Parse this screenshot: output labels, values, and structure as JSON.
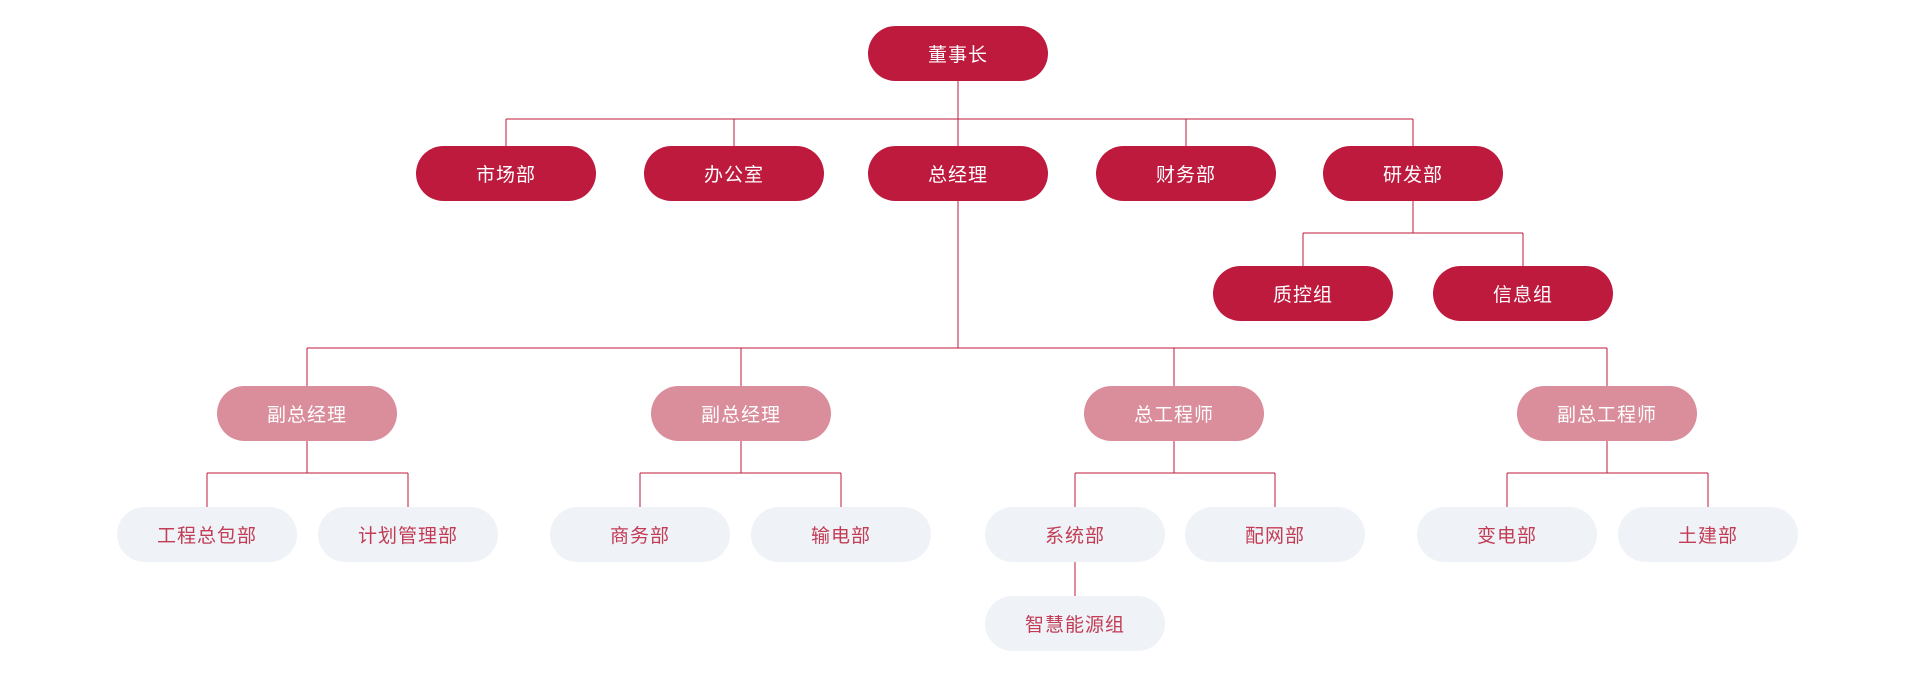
{
  "diagram": {
    "type": "org-chart",
    "colors": {
      "primary": "#BD1A3E",
      "secondary": "#DA8D9B",
      "light_bg": "#EFF3F7",
      "light_text": "#C23C55",
      "line": "#BD1A3E",
      "background": "#FFFFFF"
    },
    "nodes": [
      {
        "id": "chairman",
        "label": "董事长",
        "level": "primary",
        "reports_to": null
      },
      {
        "id": "marketing-dept",
        "label": "市场部",
        "level": "primary",
        "reports_to": "chairman"
      },
      {
        "id": "office",
        "label": "办公室",
        "level": "primary",
        "reports_to": "chairman"
      },
      {
        "id": "general-manager",
        "label": "总经理",
        "level": "primary",
        "reports_to": "chairman"
      },
      {
        "id": "finance-dept",
        "label": "财务部",
        "level": "primary",
        "reports_to": "chairman"
      },
      {
        "id": "rnd-dept",
        "label": "研发部",
        "level": "primary",
        "reports_to": "chairman"
      },
      {
        "id": "quality-control-group",
        "label": "质控组",
        "level": "primary",
        "reports_to": "rnd-dept"
      },
      {
        "id": "information-group",
        "label": "信息组",
        "level": "primary",
        "reports_to": "rnd-dept"
      },
      {
        "id": "deputy-gm-1",
        "label": "副总经理",
        "level": "secondary",
        "reports_to": "general-manager"
      },
      {
        "id": "deputy-gm-2",
        "label": "副总经理",
        "level": "secondary",
        "reports_to": "general-manager"
      },
      {
        "id": "chief-engineer",
        "label": "总工程师",
        "level": "secondary",
        "reports_to": "general-manager"
      },
      {
        "id": "deputy-chief-engineer",
        "label": "副总工程师",
        "level": "secondary",
        "reports_to": "general-manager"
      },
      {
        "id": "epc-dept",
        "label": "工程总包部",
        "level": "tertiary",
        "reports_to": "deputy-gm-1"
      },
      {
        "id": "planning-dept",
        "label": "计划管理部",
        "level": "tertiary",
        "reports_to": "deputy-gm-1"
      },
      {
        "id": "commerce-dept",
        "label": "商务部",
        "level": "tertiary",
        "reports_to": "deputy-gm-2"
      },
      {
        "id": "transmission-dept",
        "label": "输电部",
        "level": "tertiary",
        "reports_to": "deputy-gm-2"
      },
      {
        "id": "system-dept",
        "label": "系统部",
        "level": "tertiary",
        "reports_to": "chief-engineer"
      },
      {
        "id": "distribution-dept",
        "label": "配网部",
        "level": "tertiary",
        "reports_to": "chief-engineer"
      },
      {
        "id": "substation-dept",
        "label": "变电部",
        "level": "tertiary",
        "reports_to": "deputy-chief-engineer"
      },
      {
        "id": "civil-dept",
        "label": "土建部",
        "level": "tertiary",
        "reports_to": "deputy-chief-engineer"
      },
      {
        "id": "smart-energy-group",
        "label": "智慧能源组",
        "level": "tertiary",
        "reports_to": "system-dept"
      }
    ]
  }
}
